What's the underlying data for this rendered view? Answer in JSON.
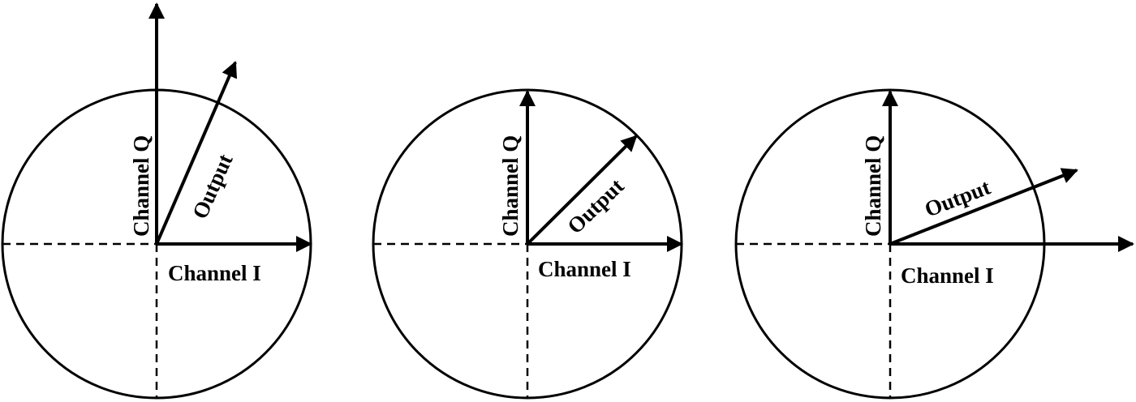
{
  "diagrams": [
    {
      "output_label": "Output",
      "i_label": "Channel I",
      "q_label": "Channel Q"
    },
    {
      "output_label": "Output",
      "i_label": "Channel I",
      "q_label": "Channel Q"
    },
    {
      "output_label": "Output",
      "i_label": "Channel I",
      "q_label": "Channel Q"
    }
  ]
}
